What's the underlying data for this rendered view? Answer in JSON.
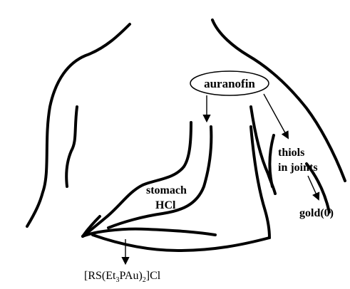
{
  "labels": {
    "auranofin": "auranofin",
    "thiols": "thiols",
    "in_joints": "in joints",
    "stomach": "stomach",
    "hcl": "HCl",
    "gold": "gold(0)",
    "product": {
      "prefix": "[RS(Et",
      "sub1": "3",
      "mid": "PAu)",
      "sub2": "2",
      "suffix": "]Cl"
    }
  }
}
